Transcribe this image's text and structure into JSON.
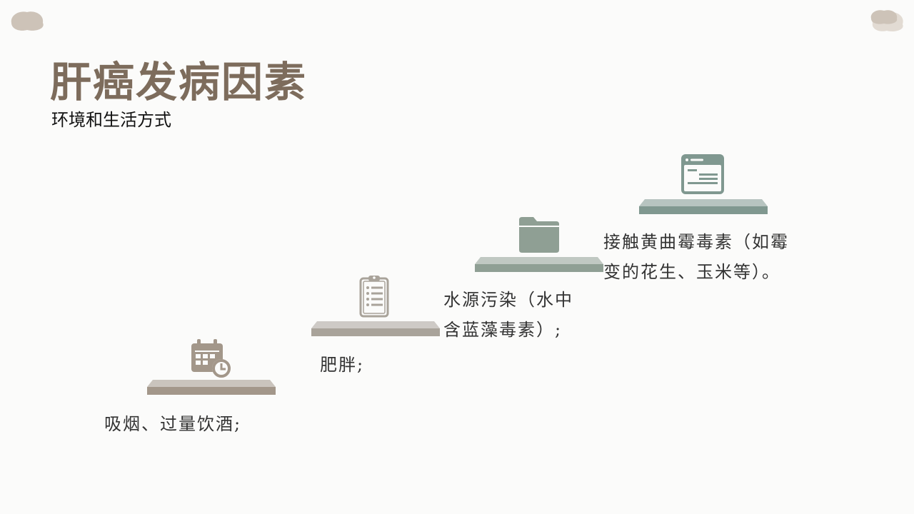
{
  "slide": {
    "title": "肝癌发病因素",
    "subtitle": "环境和生活方式"
  },
  "steps": [
    {
      "icon": "calendar-clock-icon",
      "color": "#a3978a",
      "lines": [
        "吸烟、过量饮酒;"
      ]
    },
    {
      "icon": "clipboard-list-icon",
      "color": "#a9a39a",
      "lines": [
        "肥胖;"
      ]
    },
    {
      "icon": "folder-icon",
      "color": "#8f9f94",
      "lines": [
        "水源污染（水中",
        "含蓝藻毒素）;"
      ]
    },
    {
      "icon": "browser-window-icon",
      "color": "#809890",
      "lines": [
        "接触黄曲霉毒素（如霉",
        "变的花生、玉米等）。"
      ]
    }
  ],
  "colors": {
    "title": "#7d6c5c",
    "shelf_brown": "#a3978a",
    "shelf_taupe": "#a9a39a",
    "shelf_sage": "#8f9f94",
    "shelf_green": "#809890",
    "deco_stone": "#cdc3b8"
  }
}
